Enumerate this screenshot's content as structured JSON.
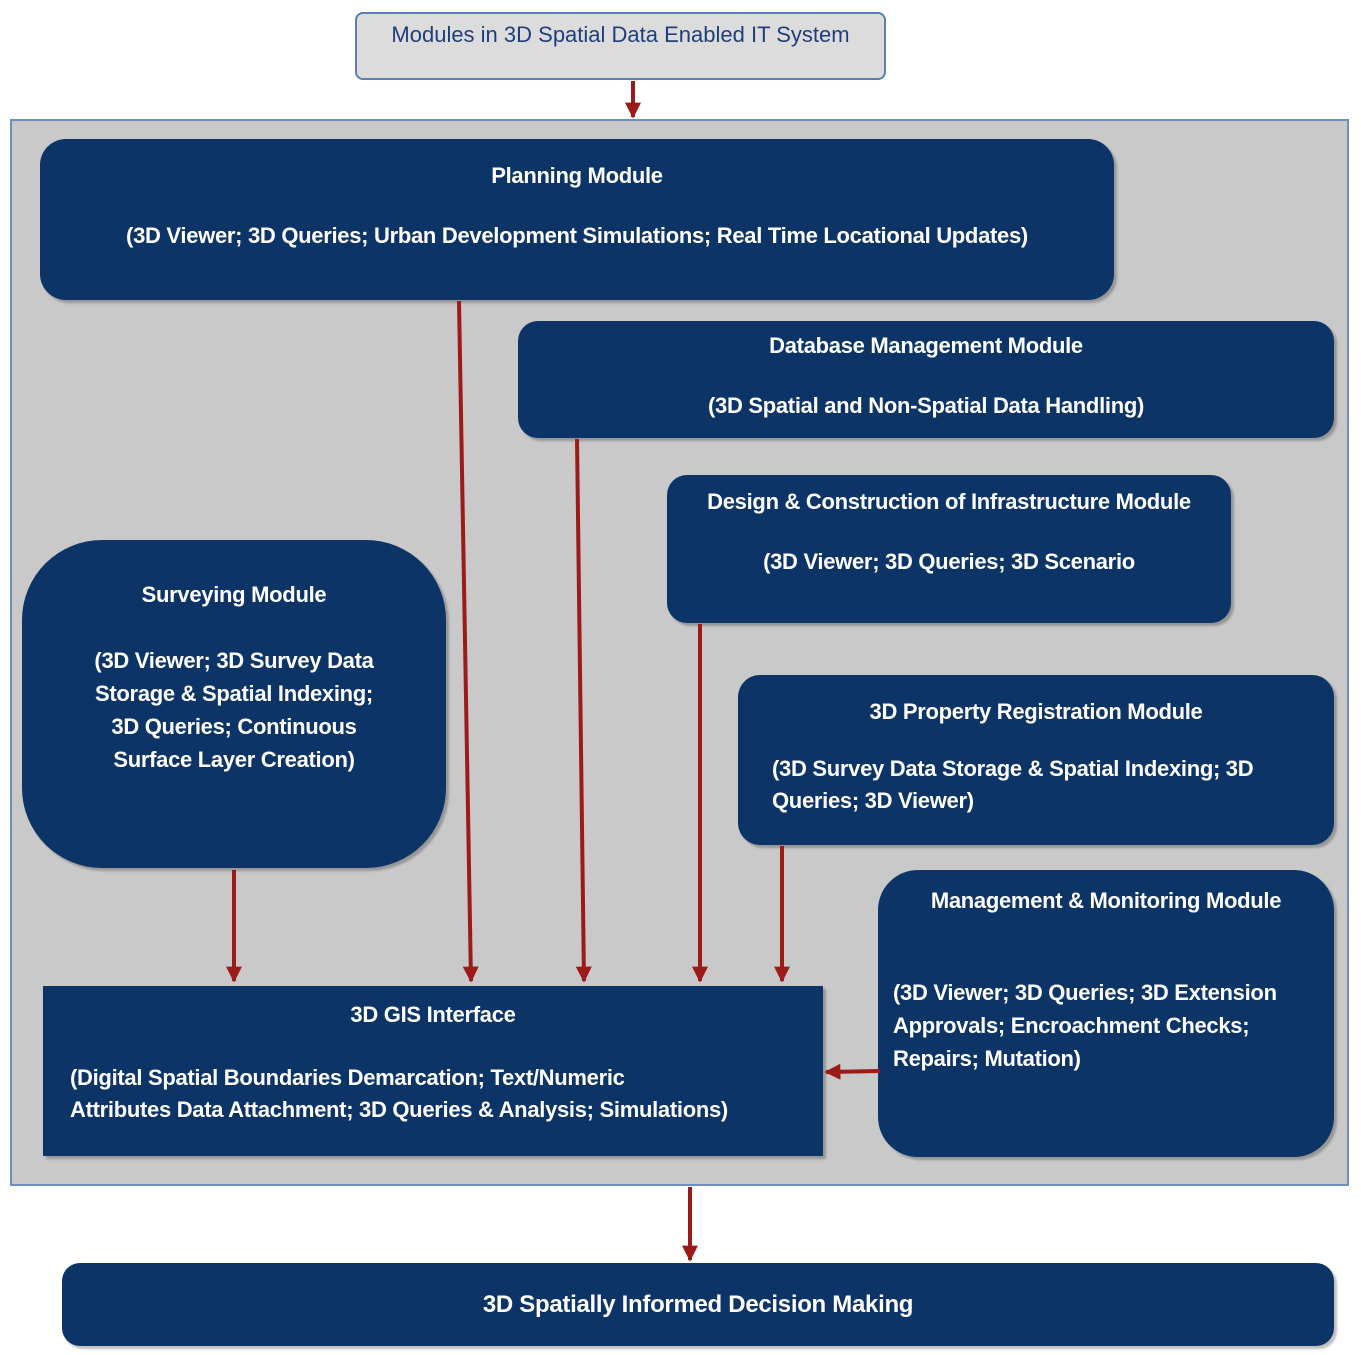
{
  "header": {
    "title": "Modules in 3D Spatial Data Enabled IT System"
  },
  "modules": {
    "planning": {
      "title": "Planning Module",
      "desc": "(3D Viewer; 3D Queries; Urban Development Simulations; Real Time Locational Updates)"
    },
    "database": {
      "title": "Database Management Module",
      "desc": "(3D Spatial and Non-Spatial Data Handling)"
    },
    "design": {
      "title": "Design & Construction of Infrastructure Module",
      "desc": "(3D Viewer; 3D Queries; 3D Scenario"
    },
    "surveying": {
      "title": "Surveying Module",
      "desc_lines": [
        "(3D Viewer; 3D Survey Data",
        "Storage & Spatial Indexing;",
        "3D Queries;  Continuous",
        "Surface Layer Creation)"
      ]
    },
    "property": {
      "title": "3D Property Registration Module",
      "desc_lines": [
        "(3D Survey Data Storage & Spatial Indexing; 3D",
        "Queries; 3D Viewer)"
      ]
    },
    "management": {
      "title": "Management & Monitoring Module",
      "desc_lines": [
        "(3D Viewer; 3D Queries; 3D Extension",
        "Approvals; Encroachment Checks;",
        "Repairs; Mutation)"
      ]
    },
    "gis": {
      "title": "3D GIS Interface",
      "desc_lines": [
        "(Digital Spatial Boundaries Demarcation; Text/Numeric",
        "Attributes Data Attachment; 3D Queries & Analysis; Simulations)"
      ]
    }
  },
  "output": {
    "label": "3D Spatially Informed Decision Making"
  },
  "colors": {
    "node_fill": "#0d3466",
    "arrow": "#9b1b1b",
    "container": "#c9c9c9",
    "title_border": "#5a7fb0"
  }
}
